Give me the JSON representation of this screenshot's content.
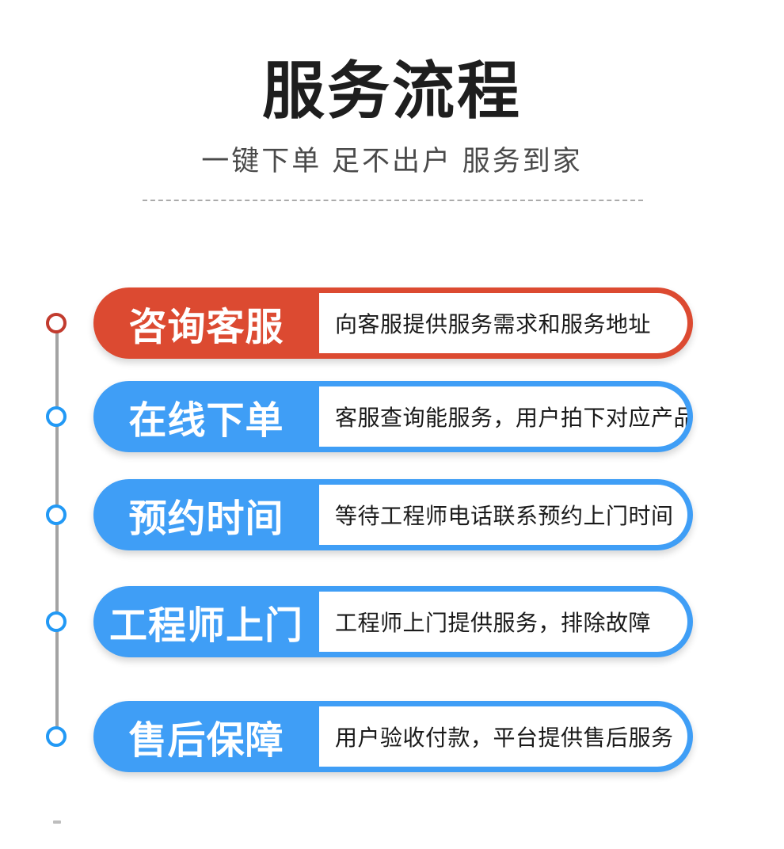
{
  "header": {
    "title": "服务流程",
    "subtitle": "一键下单 足不出户 服务到家"
  },
  "colors": {
    "red": "#dc4a31",
    "red_deep": "#c23b2e",
    "blue": "#3f9ef6",
    "blue_deep": "#2299f5",
    "line_gray": "#a3a3a3"
  },
  "steps": [
    {
      "label": "咨询客服",
      "description": "向客服提供服务需求和服务地址",
      "accent": "red"
    },
    {
      "label": "在线下单",
      "description": "客服查询能服务，用户拍下对应产品",
      "accent": "blue"
    },
    {
      "label": "预约时间",
      "description": "等待工程师电话联系预约上门时间",
      "accent": "blue"
    },
    {
      "label": "工程师上门",
      "description": "工程师上门提供服务，排除故障",
      "accent": "blue"
    },
    {
      "label": "售后保障",
      "description": "用户验收付款，平台提供售后服务",
      "accent": "blue"
    }
  ]
}
